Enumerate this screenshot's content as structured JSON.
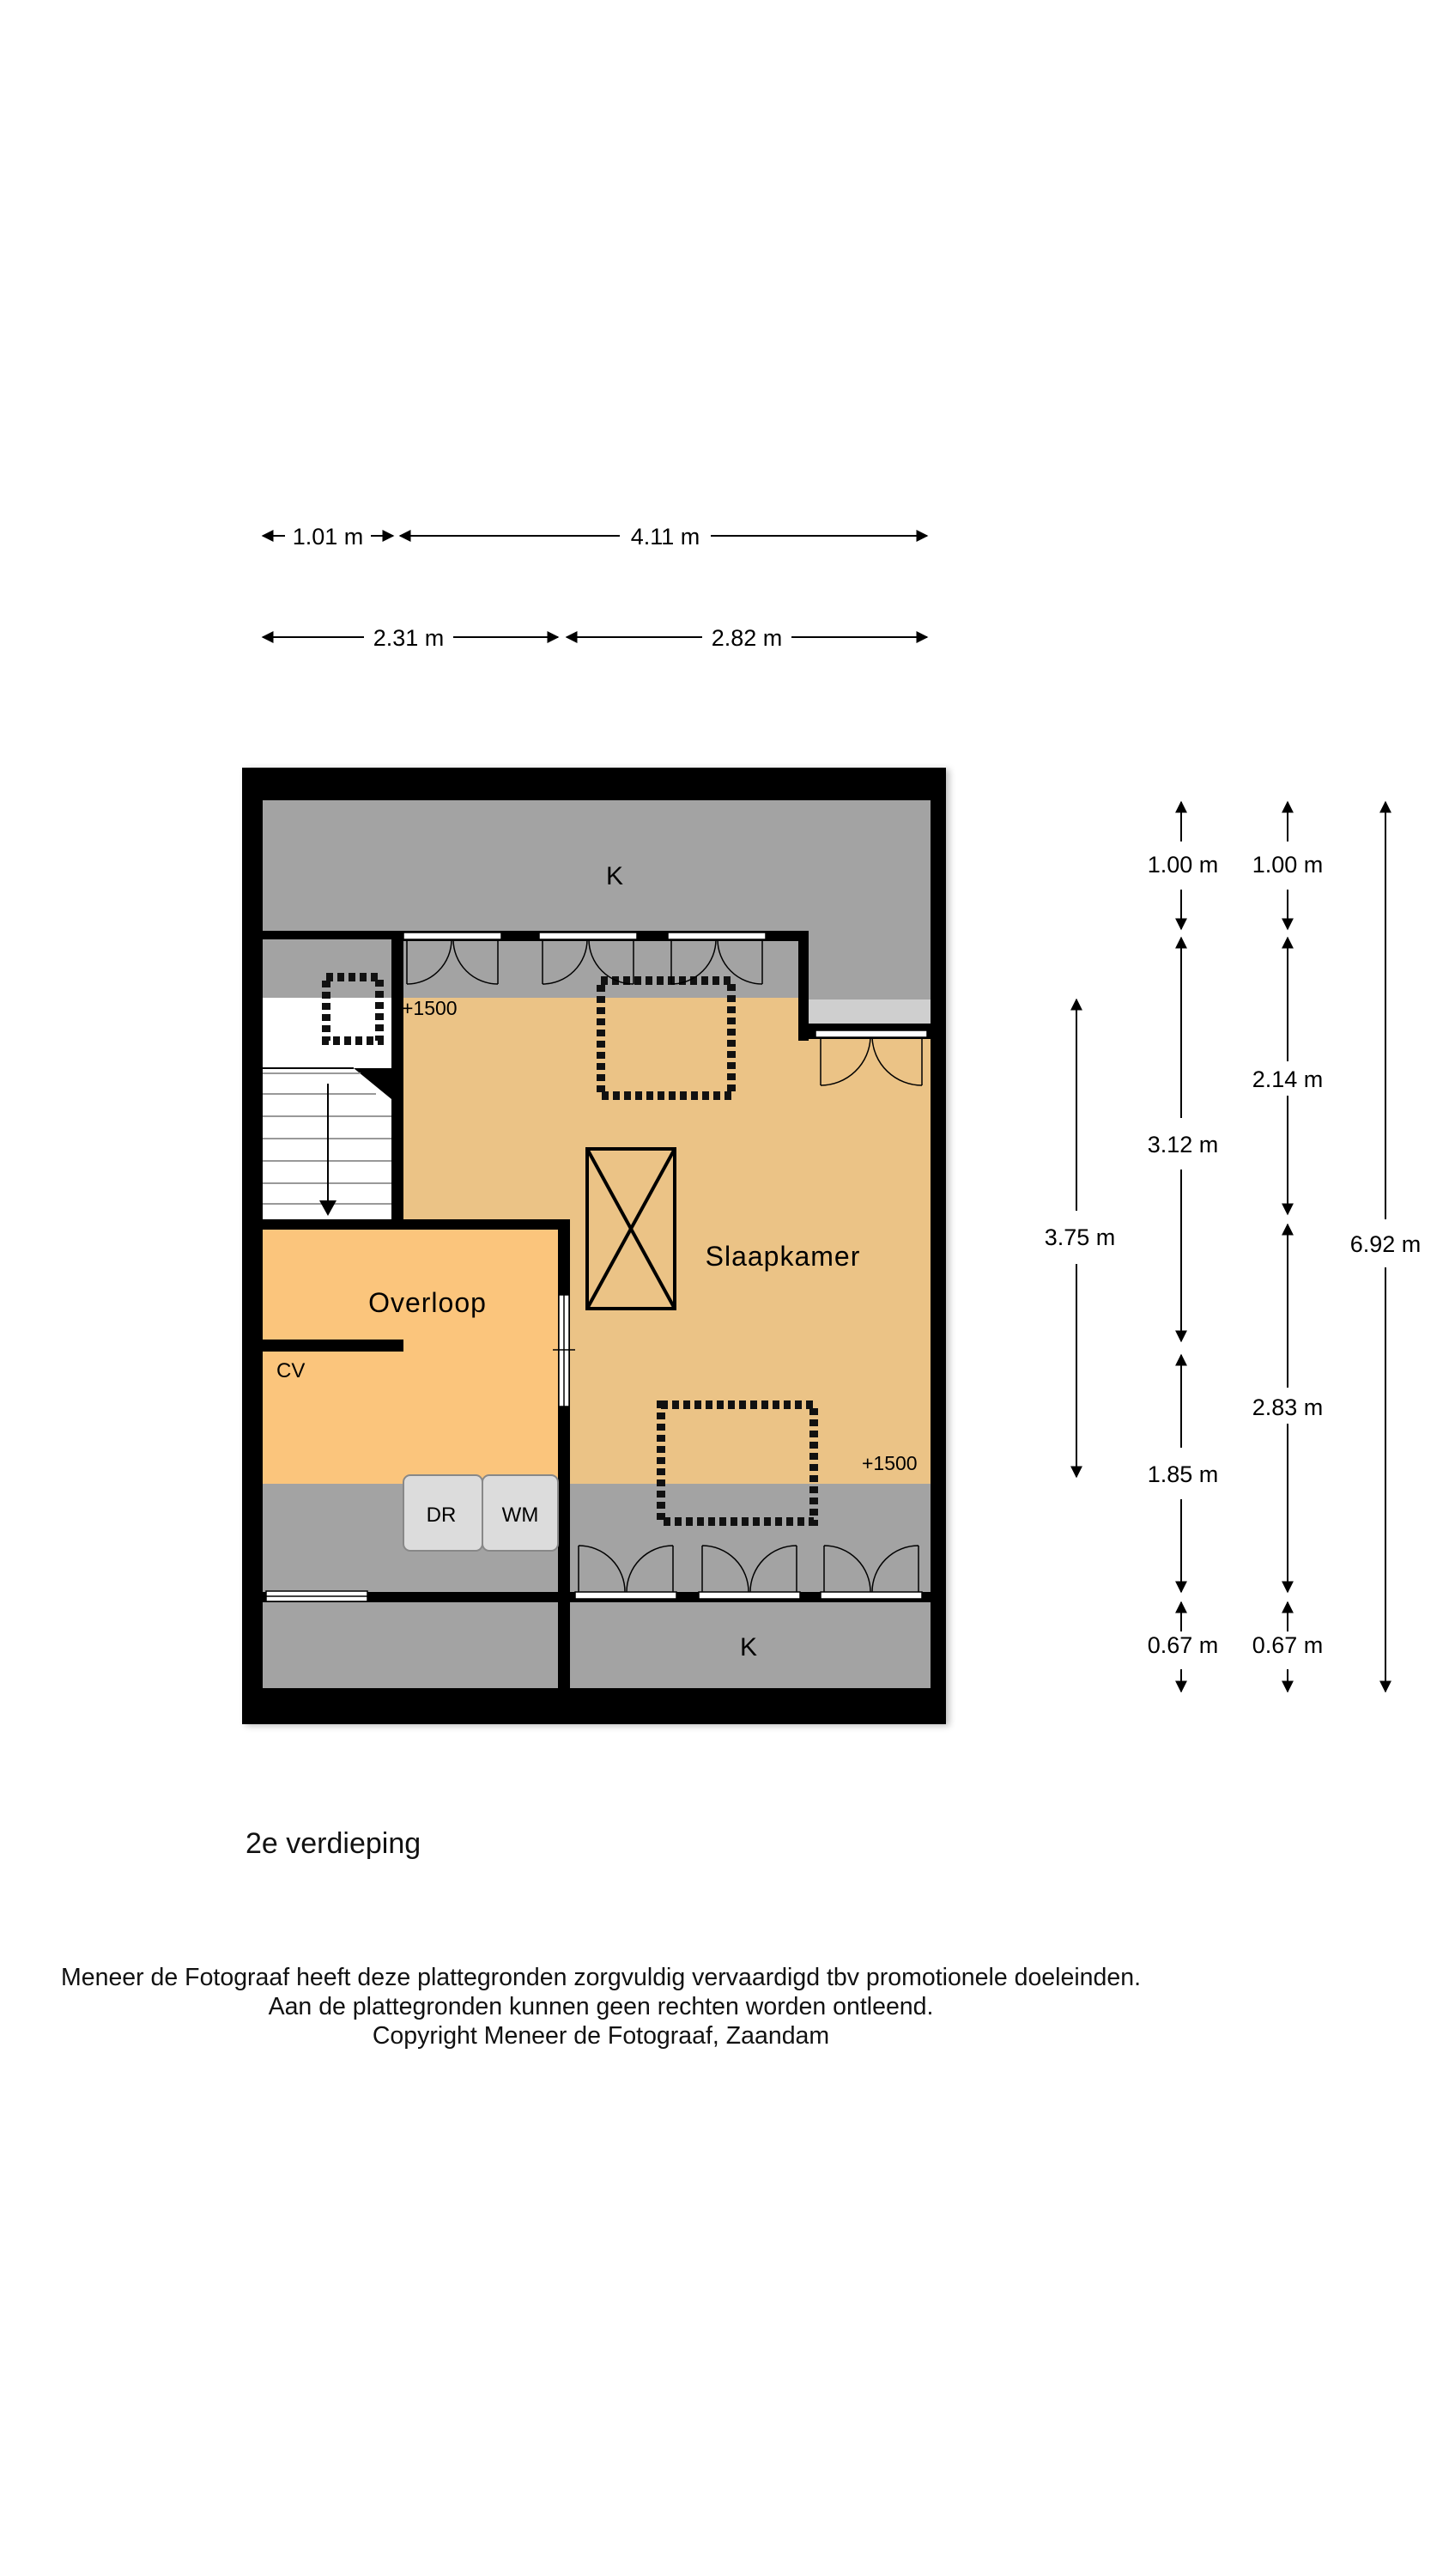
{
  "floor": {
    "title": "2e verdieping",
    "rooms": {
      "attic_top": "K",
      "attic_bottom": "K",
      "bedroom": "Slaapkamer",
      "landing": "Overloop",
      "boiler": "CV",
      "dryer": "DR",
      "washer": "WM"
    },
    "height_markers": [
      "+1500",
      "+1500"
    ]
  },
  "dimensions": {
    "top_row_1": [
      "1.01 m",
      "4.11 m"
    ],
    "top_row_2": [
      "2.31 m",
      "2.82 m"
    ],
    "right_col_1": [
      "3.75 m"
    ],
    "right_col_2": [
      "1.00 m",
      "3.12 m",
      "1.85 m",
      "0.67 m"
    ],
    "right_col_3": [
      "1.00 m",
      "2.14 m",
      "2.83 m",
      "0.67 m"
    ],
    "right_col_4": [
      "6.92 m"
    ]
  },
  "disclaimer": [
    "Meneer de Fotograaf heeft deze plattegronden zorgvuldig vervaardigd tbv promotionele doeleinden.",
    "Aan de plattegronden kunnen geen rechten worden ontleend.",
    "Copyright Meneer de Fotograaf, Zaandam"
  ],
  "colors": {
    "wall": "#000000",
    "attic": "#a3a3a3",
    "bedroom": "#ebc386",
    "landing": "#fbc57c",
    "stair": "#ffffff",
    "appliance": "#dcdcdc"
  }
}
